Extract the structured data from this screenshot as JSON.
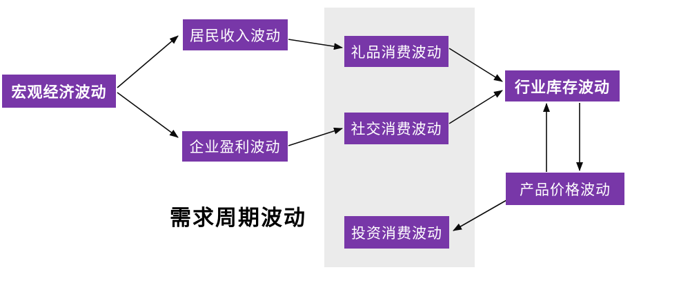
{
  "colors": {
    "canvas_bg": "#ffffff",
    "node_fill": "#7837A8",
    "node_text": "#ffffff",
    "group_bg": "#EBEBEB",
    "arrow": "#0a0a0a",
    "label_text": "#000000"
  },
  "group_label": "需求周期波动",
  "nodes": [
    {
      "id": "macro",
      "label": "宏观经济波动",
      "emphasis": "bold"
    },
    {
      "id": "income",
      "label": "居民收入波动",
      "emphasis": "normal"
    },
    {
      "id": "profit",
      "label": "企业盈利波动",
      "emphasis": "normal"
    },
    {
      "id": "gift",
      "label": "礼品消费波动",
      "emphasis": "normal"
    },
    {
      "id": "social",
      "label": "社交消费波动",
      "emphasis": "normal"
    },
    {
      "id": "invest",
      "label": "投资消费波动",
      "emphasis": "normal"
    },
    {
      "id": "inventory",
      "label": "行业库存波动",
      "emphasis": "bold"
    },
    {
      "id": "price",
      "label": "产品价格波动",
      "emphasis": "normal"
    }
  ],
  "edges": [
    {
      "from": "宏观经济波动",
      "to": "居民收入波动"
    },
    {
      "from": "宏观经济波动",
      "to": "企业盈利波动"
    },
    {
      "from": "居民收入波动",
      "to": "礼品消费波动"
    },
    {
      "from": "企业盈利波动",
      "to": "社交消费波动"
    },
    {
      "from": "礼品消费波动",
      "to": "行业库存波动"
    },
    {
      "from": "社交消费波动",
      "to": "行业库存波动"
    },
    {
      "from": "产品价格波动",
      "to": "行业库存波动"
    },
    {
      "from": "行业库存波动",
      "to": "产品价格波动"
    },
    {
      "from": "产品价格波动",
      "to": "投资消费波动"
    }
  ]
}
